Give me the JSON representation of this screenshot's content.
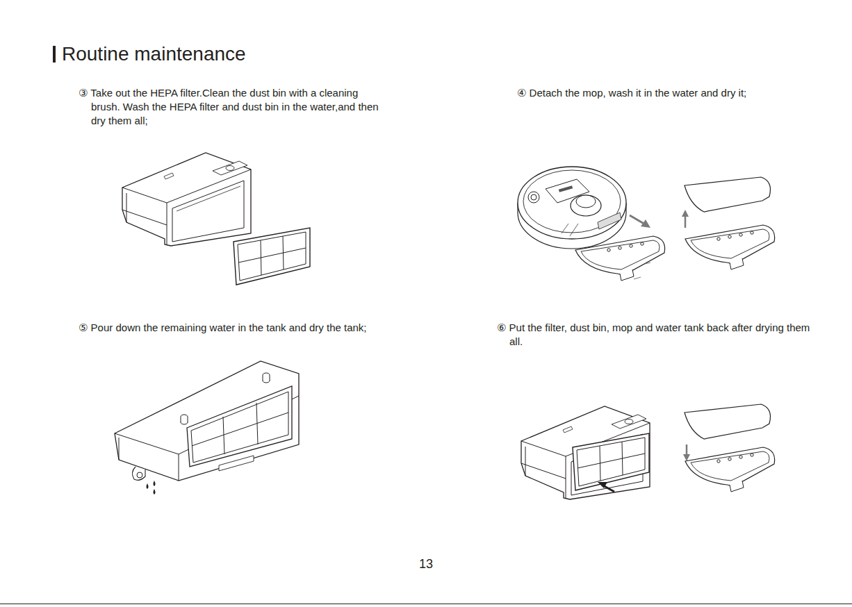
{
  "diagram": {
    "title": "Routine maintenance",
    "labels": [
      "③ Take out the HEPA filter.Clean the dust bin with a cleaning brush. Wash the HEPA filter and dust bin in the water,and then dry them all;",
      "④ Detach the mop, wash it in the water and dry it;",
      "⑤ Pour down the remaining water in the tank and dry the tank;",
      "⑥ Put the filter, dust bin, mop and water tank back after drying them all.",
      "13"
    ]
  }
}
